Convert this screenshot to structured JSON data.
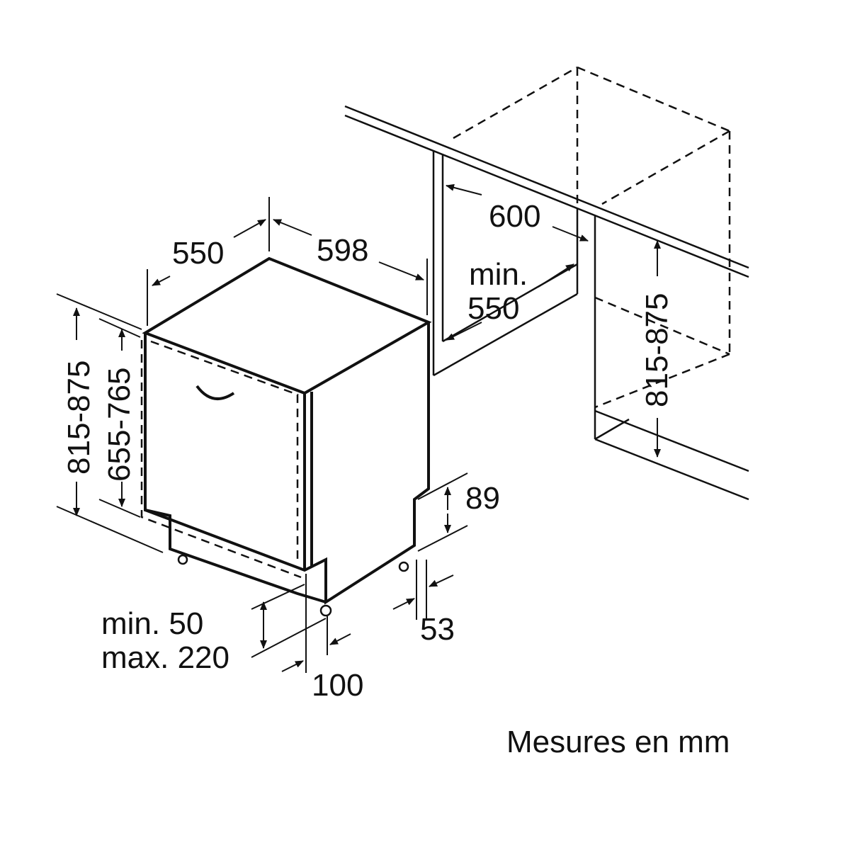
{
  "dimensions": {
    "depth": "550",
    "width": "598",
    "height_total": "815-875",
    "height_appliance": "655-765",
    "niche_width": "600",
    "niche_depth_label": "min.",
    "niche_depth_value": "550",
    "niche_height": "815-875",
    "plinth_height": "89",
    "plinth_offset": "53",
    "feet_min": "min. 50",
    "feet_max": "max. 220",
    "feet_offset": "100"
  },
  "caption": "Mesures en mm"
}
